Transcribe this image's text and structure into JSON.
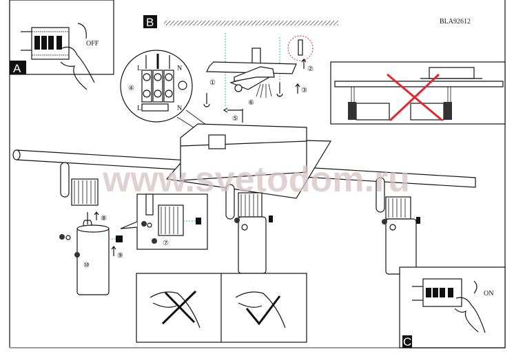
{
  "model_code": "BLA92612",
  "watermark": "www.svetodom.ru",
  "panels": {
    "a": {
      "label": "A",
      "switch_text": "OFF"
    },
    "b": {
      "label": "B"
    },
    "c": {
      "label": "C",
      "switch_text": "ON"
    }
  },
  "terminal": {
    "live": "L",
    "neutral": "N"
  },
  "steps": [
    "①",
    "②",
    "③",
    "④",
    "⑤",
    "⑥",
    "⑦",
    "⑧",
    "⑨",
    "⑩"
  ],
  "colors": {
    "wrong_mark": "#e5262b",
    "guide_line": "#1bb8c8",
    "watermark": "#d8c4c4"
  }
}
